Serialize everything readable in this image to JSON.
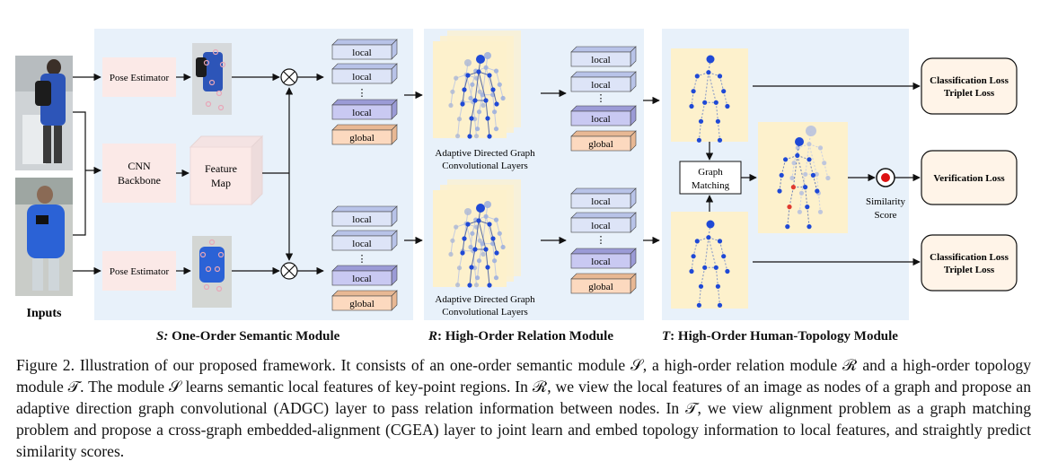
{
  "inputs_label": "Inputs",
  "semantic": {
    "pose_estimator_top": "Pose Estimator",
    "pose_estimator_bottom": "Pose Estimator",
    "cnn_line1": "CNN",
    "cnn_line2": "Backbone",
    "feature_line1": "Feature",
    "feature_line2": "Map",
    "local_label": "local",
    "global_label": "global",
    "dots": "⋮",
    "caption_symbol": "S:",
    "caption_text": " One-Order Semantic Module"
  },
  "relation": {
    "adgc_line1": "Adaptive Directed Graph",
    "adgc_line2": "Convolutional Layers",
    "local_label": "local",
    "global_label": "global",
    "dots": "⋮",
    "caption_symbol": "R",
    "caption_text": ": High-Order Relation Module"
  },
  "topology": {
    "graph_matching_line1": "Graph",
    "graph_matching_line2": "Matching",
    "similarity_line1": "Similarity",
    "similarity_line2": "Score",
    "caption_symbol": "T",
    "caption_text": ": High-Order Human-Topology Module"
  },
  "losses": {
    "top_line1": "Classification Loss",
    "top_line2": "Triplet Loss",
    "middle": "Verification Loss",
    "bottom_line1": "Classification Loss",
    "bottom_line2": "Triplet Loss"
  },
  "caption": "Figure 2. Illustration of our proposed framework. It consists of an one-order semantic module 𝒮, a high-order relation module ℛ and a high-order topology module 𝒯. The module 𝒮 learns semantic local features of key-point regions. In ℛ, we view the local features of an image as nodes of a graph and propose an adaptive direction graph convolutional (ADGC) layer to pass relation information between nodes. In 𝒯, we view alignment problem as a graph matching problem and propose a cross-graph embedded-alignment (CGEA) layer to joint learn and embed topology information to local features, and straightly predict similarity scores.",
  "colors": {
    "panel_bg": "#e8f1fa",
    "module_box": "#fbe9e7",
    "local_fill": "#c9c9f2",
    "local_dark": "#9b9bd6",
    "global_fill": "#fcd9bf",
    "loss_fill": "#fff4e8",
    "graph_bg": "#fdf1cc",
    "node_blue": "#1f49d6",
    "node_red": "#e03a2f"
  }
}
